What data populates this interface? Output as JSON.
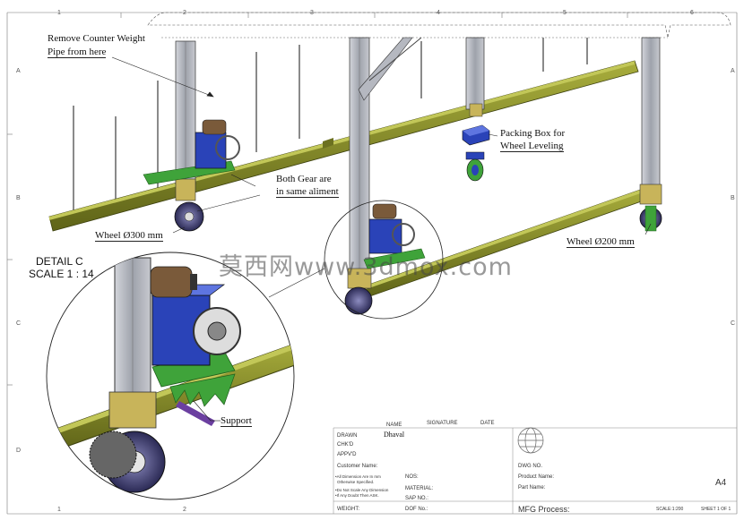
{
  "annotations": {
    "remove_line1": "Remove Counter Weight",
    "remove_line2": "Pipe from here",
    "packing_line1": "Packing Box for",
    "packing_line2": "Wheel Leveling",
    "gear_line1": "Both Gear are",
    "gear_line2": "in same aliment",
    "wheel300": "Wheel Ø300 mm",
    "wheel200": "Wheel Ø200 mm",
    "detail_title": "DETAIL C",
    "detail_scale": "SCALE 1 : 14",
    "support": "Support"
  },
  "watermark": "莫西网www.3dmox.com",
  "zones": {
    "top": [
      "1",
      "2",
      "3",
      "4",
      "5",
      "6"
    ],
    "bottom": [
      "1",
      "2"
    ],
    "left": [
      "A",
      "B",
      "C",
      "D"
    ],
    "right": [
      "A",
      "B",
      "C"
    ]
  },
  "title_block": {
    "col_name": "NAME",
    "col_signature": "SIGNATURE",
    "col_date": "DATE",
    "drawn_label": "DRAWN",
    "drawn_name": "Dhaval",
    "chkd_label": "CHK'D",
    "appvd_label": "APPV'D",
    "customer_label": "Customer Name:",
    "note1": "•All Dimension Are In mm",
    "note1b": "Otherwise Specified.",
    "note2": "•Do Not Scale Any Dimension",
    "note3": "•If Any Doubt Then ASK.",
    "nos_label": "NOS:",
    "material_label": "MATERIAL:",
    "sap_label": "SAP NO.:",
    "weight_label": "WEIGHT:",
    "dof_label": "DOF No.:",
    "dwg_label": "DWG NO.",
    "product_label": "Product Name:",
    "part_label": "Part Name:",
    "mfg_label": "MFG Process:",
    "scale": "SCALE:1:200",
    "sheet": "SHEET 1 OF 1",
    "size": "A4"
  },
  "colors": {
    "beam": "#8a8f2a",
    "beam_dark": "#5f6418",
    "motor": "#2a43b8",
    "gear_green": "#3fa33a",
    "wheel": "#3b3a66",
    "column": "#b9bcc4",
    "outline": "#222222"
  }
}
